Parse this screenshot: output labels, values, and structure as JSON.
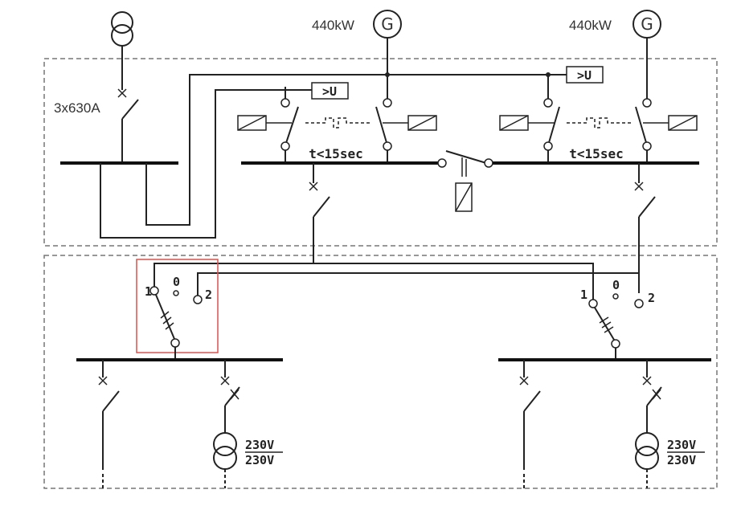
{
  "incoming": {
    "breaker_rating": "3x630A"
  },
  "generators": [
    {
      "power": "440kW",
      "symbol": "G"
    },
    {
      "power": "440kW",
      "symbol": "G"
    }
  ],
  "relays": [
    {
      "label": ">U"
    },
    {
      "label": ">U"
    }
  ],
  "timers": [
    {
      "label": "t<15sec"
    },
    {
      "label": "t<15sec"
    }
  ],
  "changeover_switches": [
    {
      "pos1": "1",
      "pos0": "0",
      "pos2": "2"
    },
    {
      "pos1": "1",
      "pos0": "0",
      "pos2": "2"
    }
  ],
  "isolation_transformers": [
    {
      "primary": "230V",
      "secondary": "230V"
    },
    {
      "primary": "230V",
      "secondary": "230V"
    }
  ],
  "colors": {
    "highlight": "#d9534f",
    "lines": "#222222",
    "dashed_frame": "#777777"
  }
}
